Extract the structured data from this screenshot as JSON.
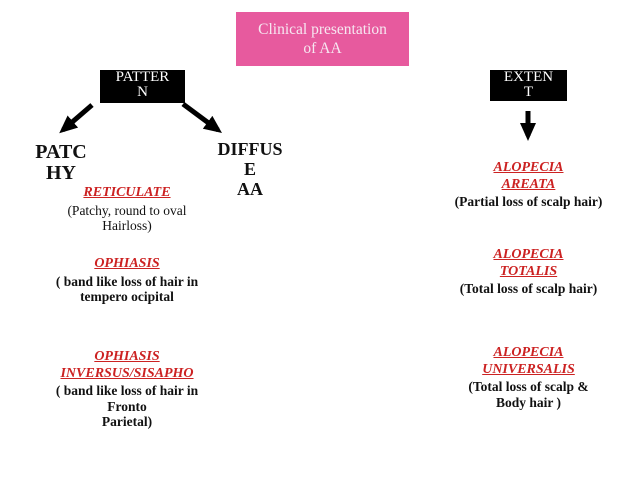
{
  "title": {
    "text": "Clinical presentation\nof AA",
    "bg_color": "#e75a9e",
    "text_color": "#f6e8f1"
  },
  "colors": {
    "heading_red": "#cc2222",
    "body_black": "#111111",
    "box_bg": "#000000",
    "box_text": "#ffffff"
  },
  "pattern_branch": {
    "box_label": "PATTER\nN",
    "patchy_label": "PATC\nHY",
    "diffuse_label": "DIFFUS\nE\nAA",
    "items": [
      {
        "heading": "RETICULATE",
        "desc": "(Patchy, round to oval\nHairloss)"
      },
      {
        "heading": "OPHIASIS",
        "desc": "( band like loss of hair in\ntempero ocipital"
      },
      {
        "heading": "OPHIASIS\nINVERSUS/SISAPHO",
        "desc": "( band like loss of hair in\nFronto\nParietal)"
      }
    ]
  },
  "extent_branch": {
    "box_label": "EXTEN\nT",
    "items": [
      {
        "heading": "ALOPECIA\nAREATA",
        "desc": "(Partial loss of  scalp hair)"
      },
      {
        "heading": "ALOPECIA\nTOTALIS",
        "desc": "(Total loss of scalp hair)"
      },
      {
        "heading": "ALOPECIA\nUNIVERSALIS",
        "desc": "(Total loss of scalp &\nBody hair )"
      }
    ]
  }
}
